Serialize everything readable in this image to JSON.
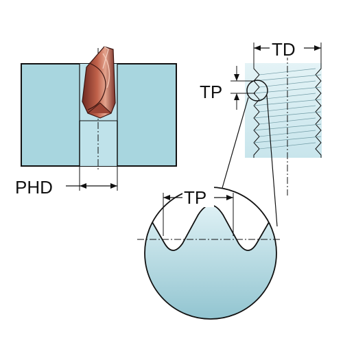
{
  "labels": {
    "phd": "PHD",
    "td": "TD",
    "tp_side": "TP",
    "tp_detail": "TP"
  },
  "colors": {
    "workpiece_fill": "#a8d6df",
    "thread_fill_light": "#d9eef3",
    "thread_fill_dark": "#93c5d0",
    "outline": "#111111",
    "drill_dark": "#7a2f26",
    "drill_mid": "#b5533f",
    "drill_light": "#e2a08a"
  }
}
